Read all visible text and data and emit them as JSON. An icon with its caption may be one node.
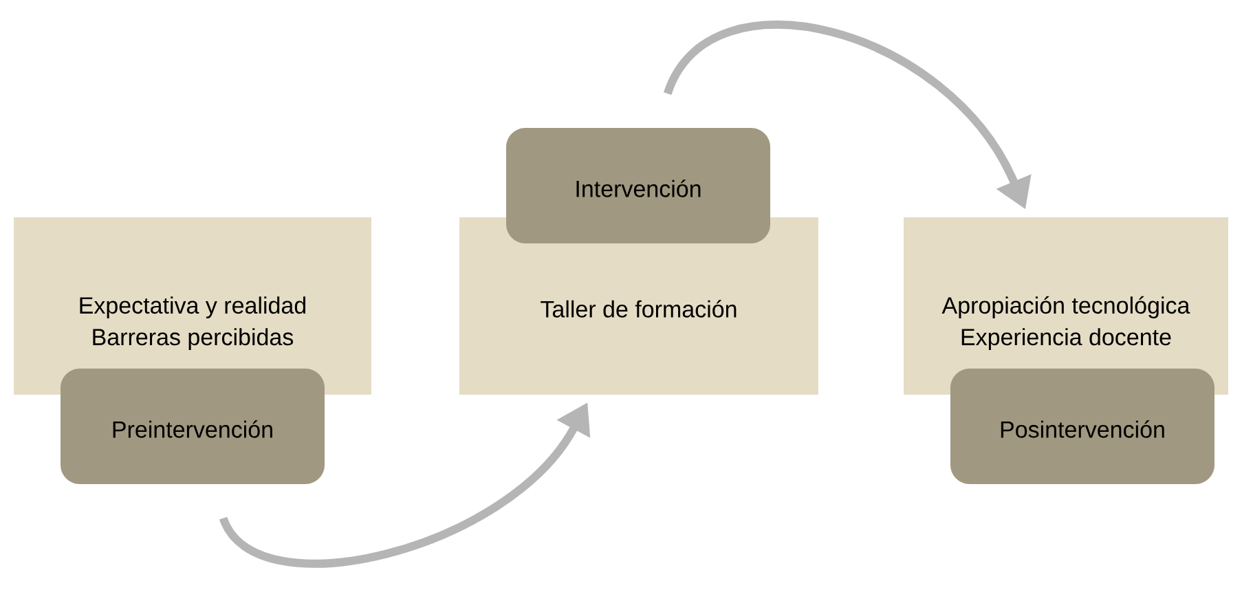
{
  "diagram": {
    "nodes": [
      {
        "text": [
          "Expectativa y realidad",
          "Barreras percibidas"
        ]
      },
      {
        "text": [
          "Preintervención"
        ]
      },
      {
        "text": [
          "Intervención"
        ]
      },
      {
        "text": [
          "Taller de formación"
        ]
      },
      {
        "text": [
          "Apropiación tecnológica",
          "Experiencia docente"
        ]
      },
      {
        "text": [
          "Posintervención"
        ]
      }
    ],
    "edges": [
      {
        "from": 1,
        "to": 3,
        "arrow": "to"
      },
      {
        "from": 2,
        "to": 4,
        "arrow": "to"
      }
    ]
  }
}
